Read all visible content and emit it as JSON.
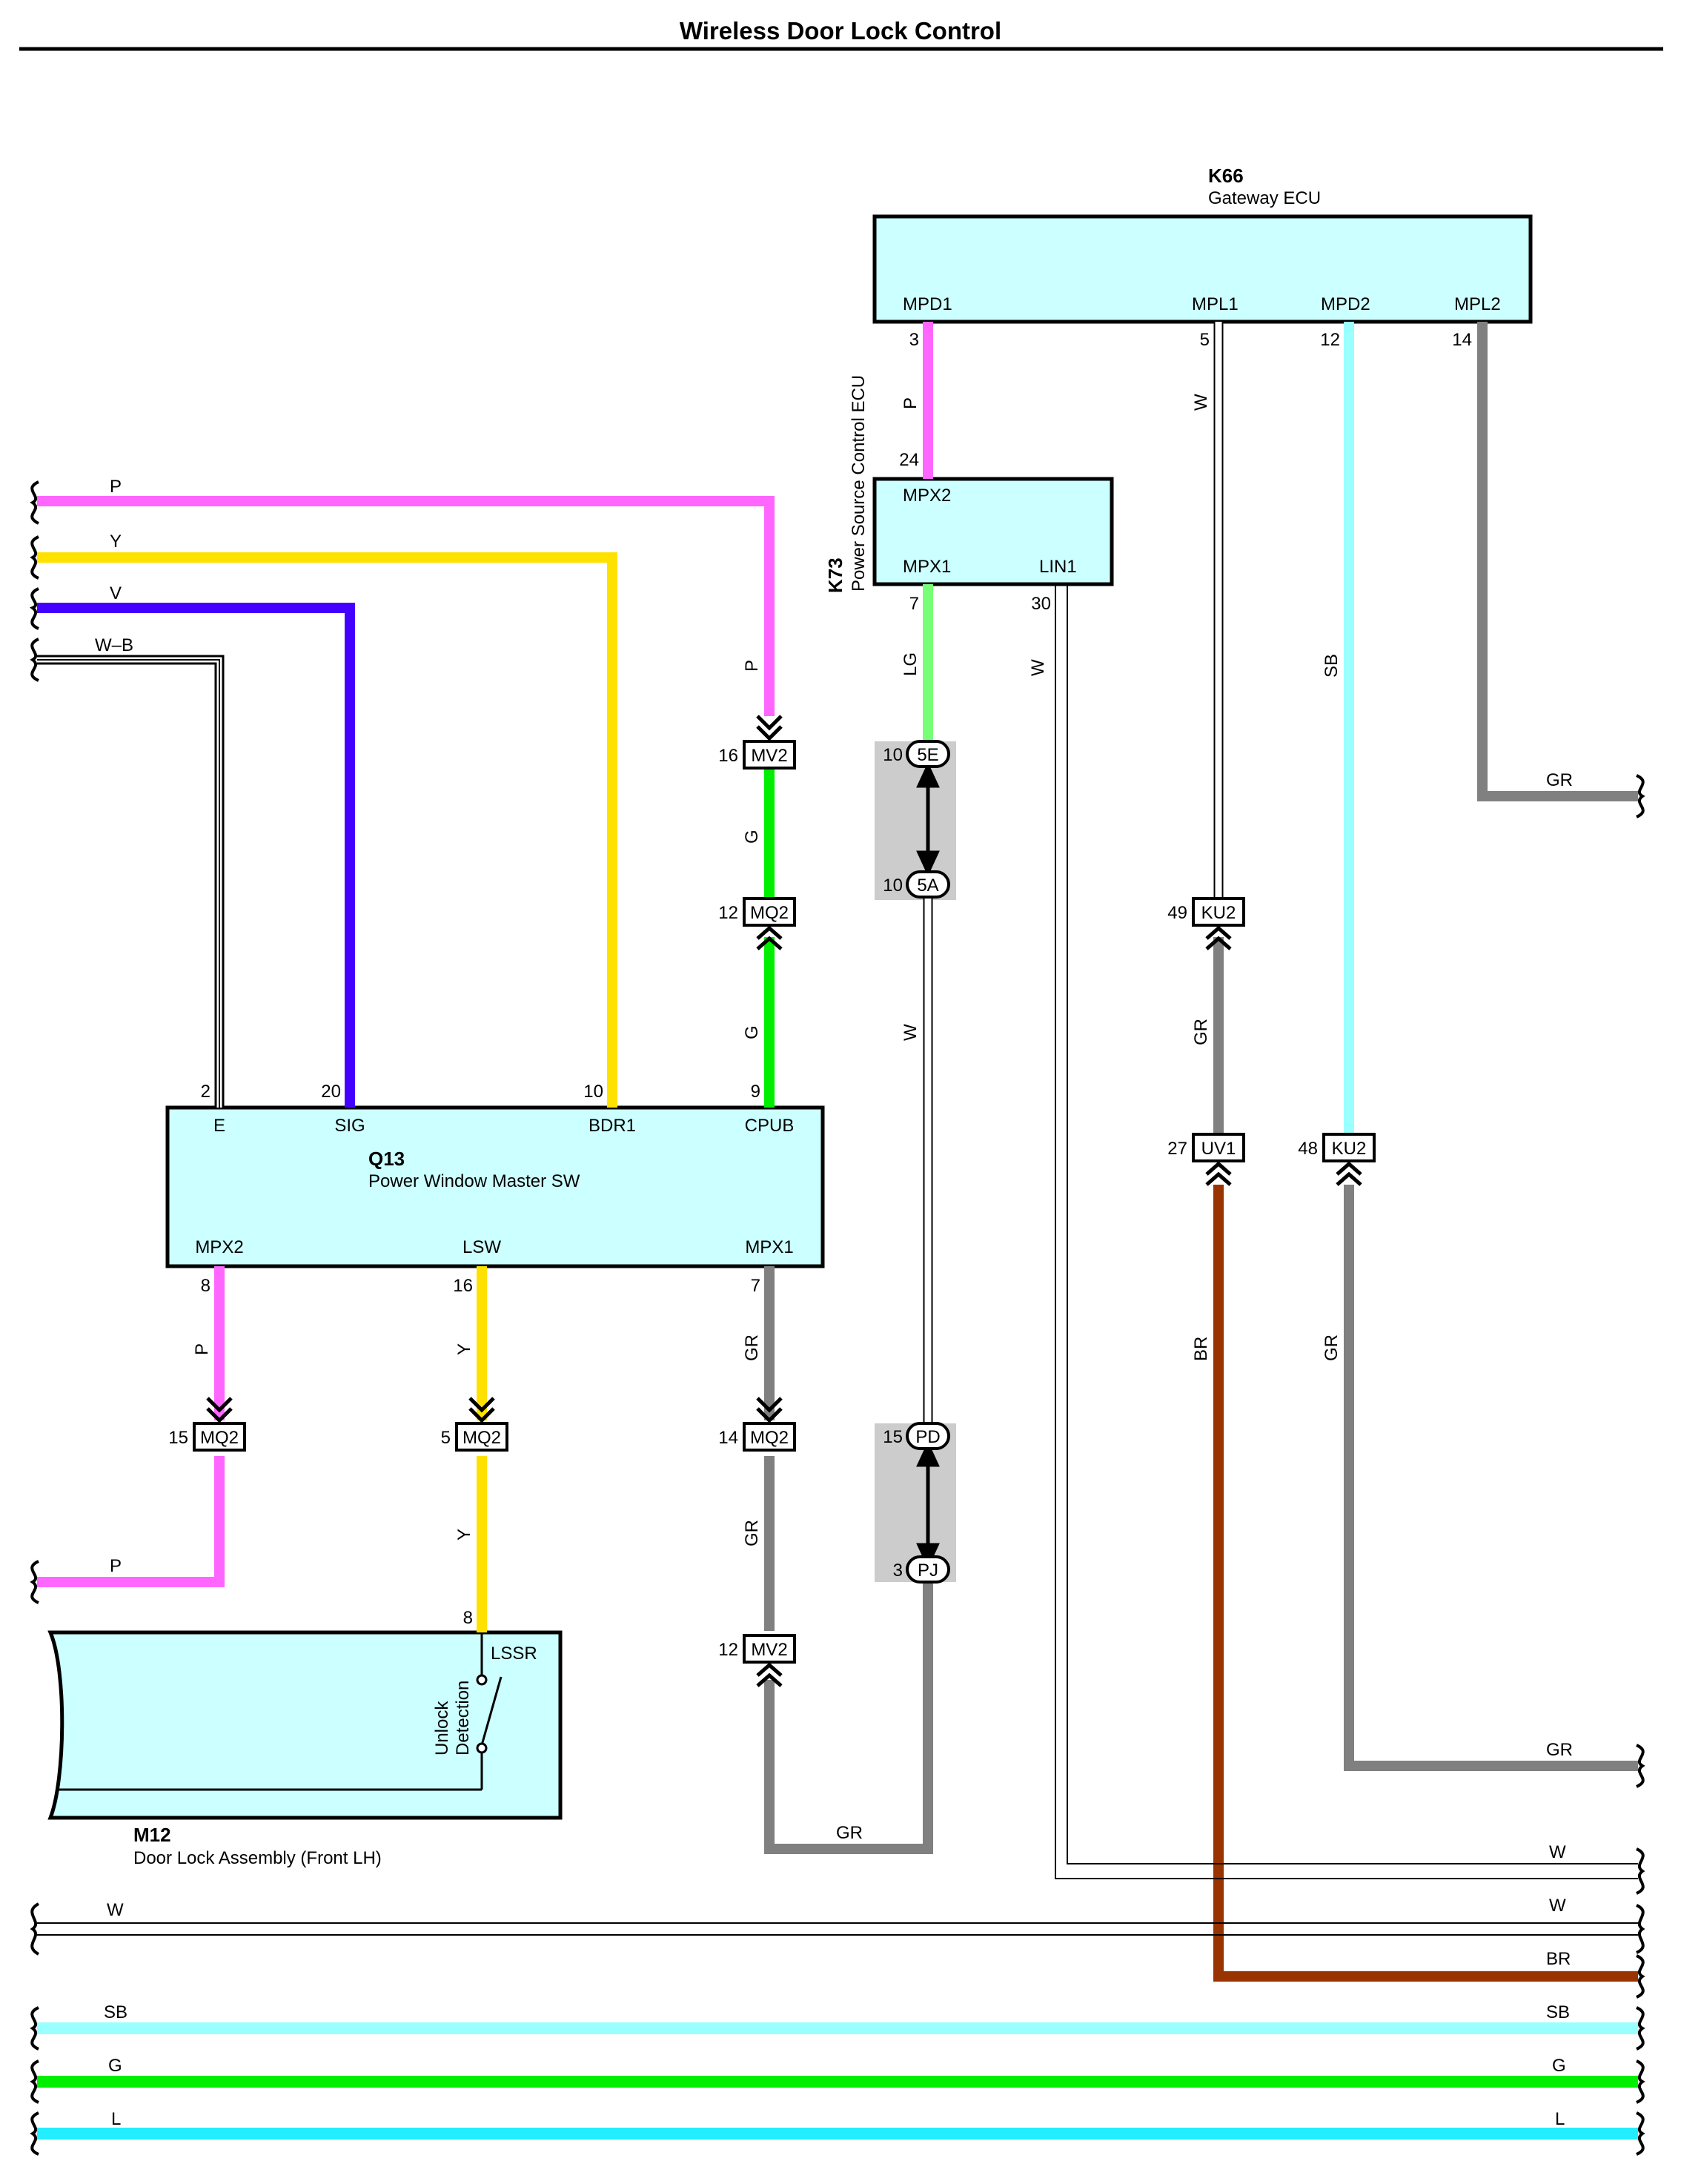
{
  "title": "Wireless Door Lock Control",
  "components": {
    "gateway": {
      "code": "K66",
      "name": "Gateway ECU",
      "pins": [
        "MPD1",
        "MPL1",
        "MPD2",
        "MPL2"
      ],
      "pin_numbers": [
        "3",
        "5",
        "12",
        "14"
      ]
    },
    "power_source": {
      "code": "K73",
      "name": "Power Source Control ECU",
      "pins": [
        "MPX2",
        "MPX1",
        "LIN1"
      ],
      "pin_numbers": [
        "24",
        "7",
        "30"
      ]
    },
    "window_sw": {
      "code": "Q13",
      "name": "Power Window Master SW",
      "top_pins": [
        "E",
        "SIG",
        "BDR1",
        "CPUB"
      ],
      "top_numbers": [
        "2",
        "20",
        "10",
        "9"
      ],
      "bottom_pins": [
        "MPX2",
        "LSW",
        "MPX1"
      ],
      "bottom_numbers": [
        "8",
        "16",
        "7"
      ]
    },
    "door_lock": {
      "code": "M12",
      "name": "Door Lock Assembly (Front LH)",
      "pin": "LSSR",
      "pin_number": "8",
      "switch_label_1": "Unlock",
      "switch_label_2": "Detection"
    }
  },
  "connectors": [
    {
      "id": "MV2",
      "pin": "16"
    },
    {
      "id": "MQ2",
      "pin": "12"
    },
    {
      "id": "5E",
      "pin": "10"
    },
    {
      "id": "5A",
      "pin": "10"
    },
    {
      "id": "KU2",
      "pin": "49"
    },
    {
      "id": "UV1",
      "pin": "27"
    },
    {
      "id": "KU2",
      "pin": "48"
    },
    {
      "id": "MQ2",
      "pin": "15"
    },
    {
      "id": "MQ2",
      "pin": "5"
    },
    {
      "id": "MQ2",
      "pin": "14"
    },
    {
      "id": "PD",
      "pin": "15"
    },
    {
      "id": "PJ",
      "pin": "3"
    },
    {
      "id": "MV2",
      "pin": "12"
    }
  ],
  "wire_labels": {
    "left_p": "P",
    "left_y": "Y",
    "left_v": "V",
    "left_wb": "W–B",
    "k66_k73": "P",
    "k66_mpl1": "W",
    "k66_mpd2": "SB",
    "mpl2_gr": "GR",
    "k73_lg": "LG",
    "k73_lin1": "W",
    "mv2_p": "P",
    "g_top": "G",
    "g_low": "G",
    "w_5a_pd": "W",
    "ku2_gr": "GR",
    "br_vert": "BR",
    "gr_ku2_low": "GR",
    "q13_p": "P",
    "q13_y": "Y",
    "q13_gr": "GR",
    "mq2_p_out": "P",
    "mq2_y_low": "Y",
    "mq2_gr_low": "GR",
    "gr_bottom": "GR",
    "gr_right_ku2": "GR",
    "w_r1": "W",
    "w_r2": "W",
    "w_long": "W",
    "br_right": "BR",
    "sb_l": "SB",
    "sb_r": "SB",
    "g_l": "G",
    "g_r": "G",
    "l_l": "L",
    "l_r": "L"
  },
  "colors": {
    "P": "#ff66ff",
    "Y": "#ffe100",
    "V": "#4400ff",
    "G": "#00ee00",
    "LG": "#77ff77",
    "SB": "#99ffff",
    "L": "#22eeff",
    "GR": "#808080",
    "BR": "#993300",
    "box_fill": "#ccffff",
    "splice_fill": "#cccccc"
  }
}
